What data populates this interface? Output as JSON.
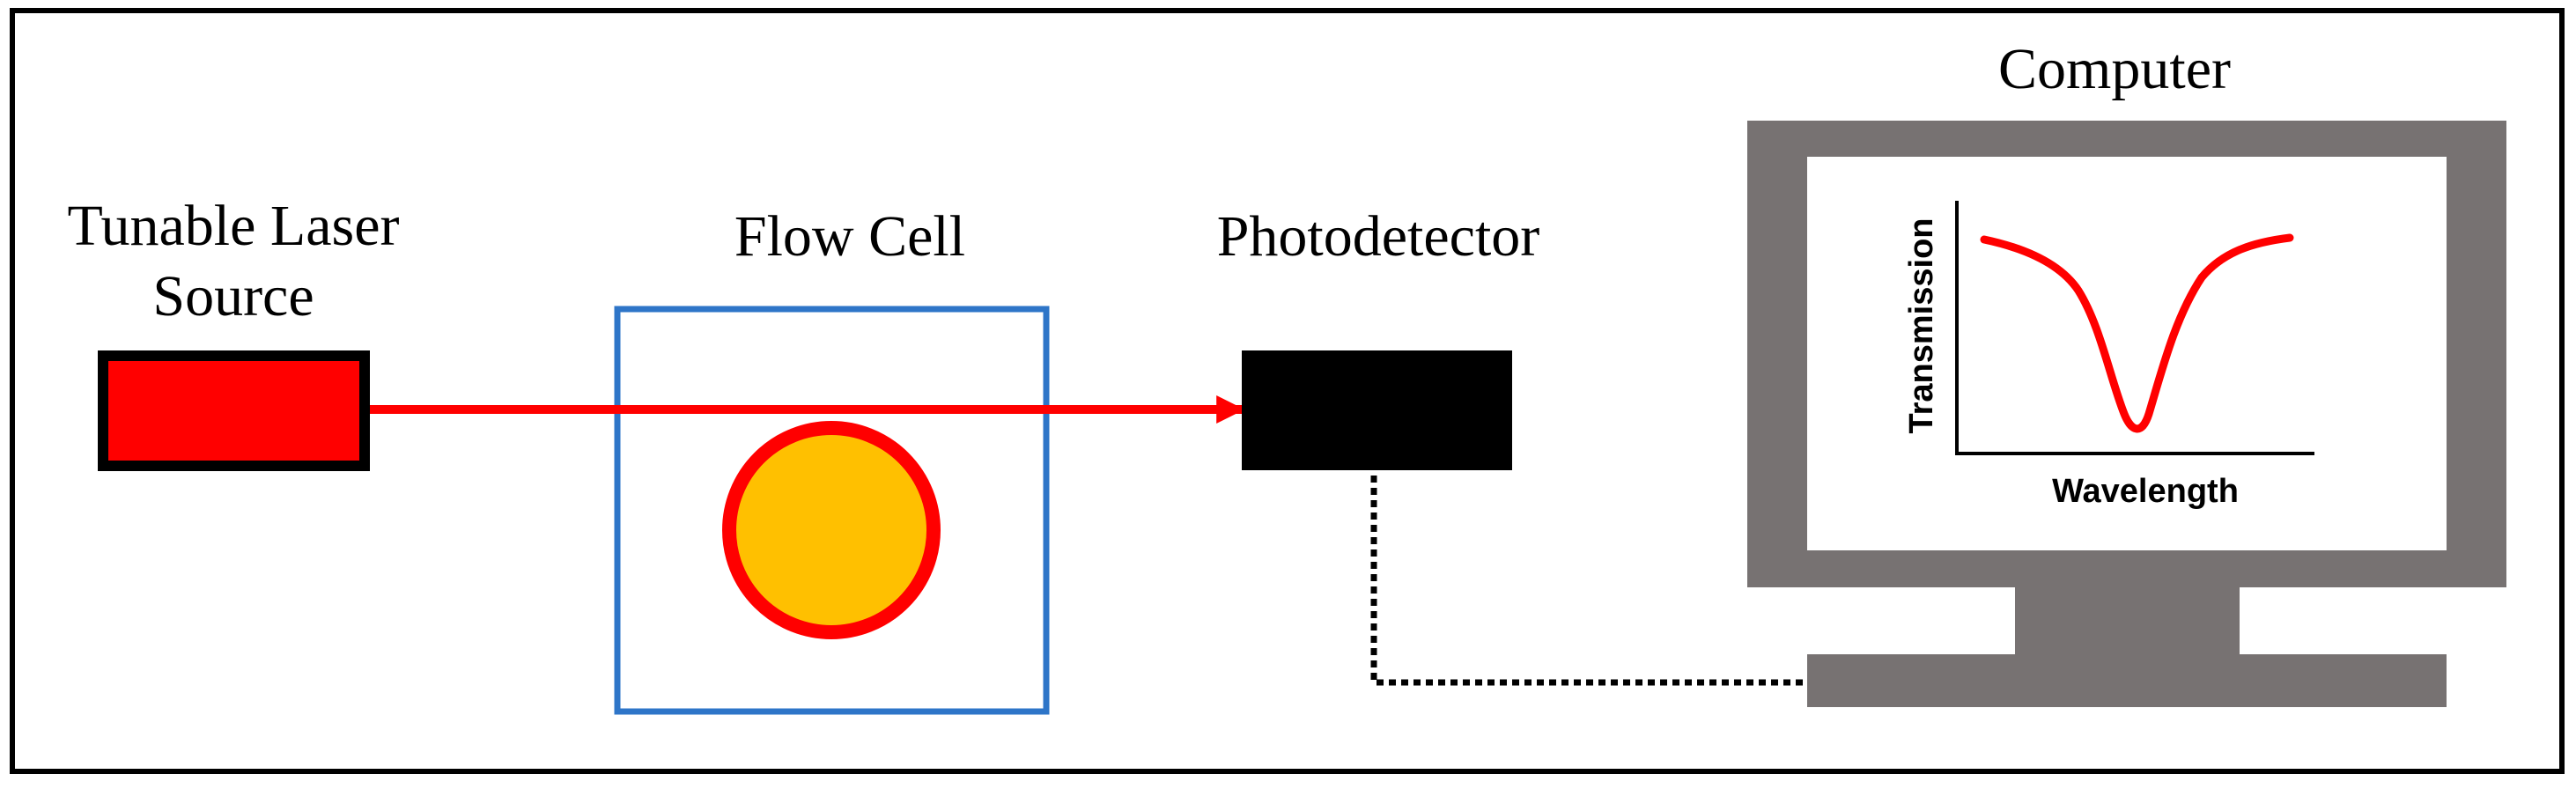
{
  "labels": {
    "laser_line1": "Tunable Laser",
    "laser_line2": "Source",
    "flow_cell": "Flow Cell",
    "photodetector": "Photodetector",
    "computer": "Computer"
  },
  "screen_plot": {
    "xlabel": "Wavelength",
    "ylabel": "Transmission"
  },
  "colors": {
    "laser_body": "#ff0000",
    "laser_beam": "#ff0000",
    "flow_cell_border": "#2e75c8",
    "particle_fill": "#ffc000",
    "particle_ring": "#ff0000",
    "detector": "#000000",
    "monitor": "#777272",
    "curve": "#ff0000"
  }
}
